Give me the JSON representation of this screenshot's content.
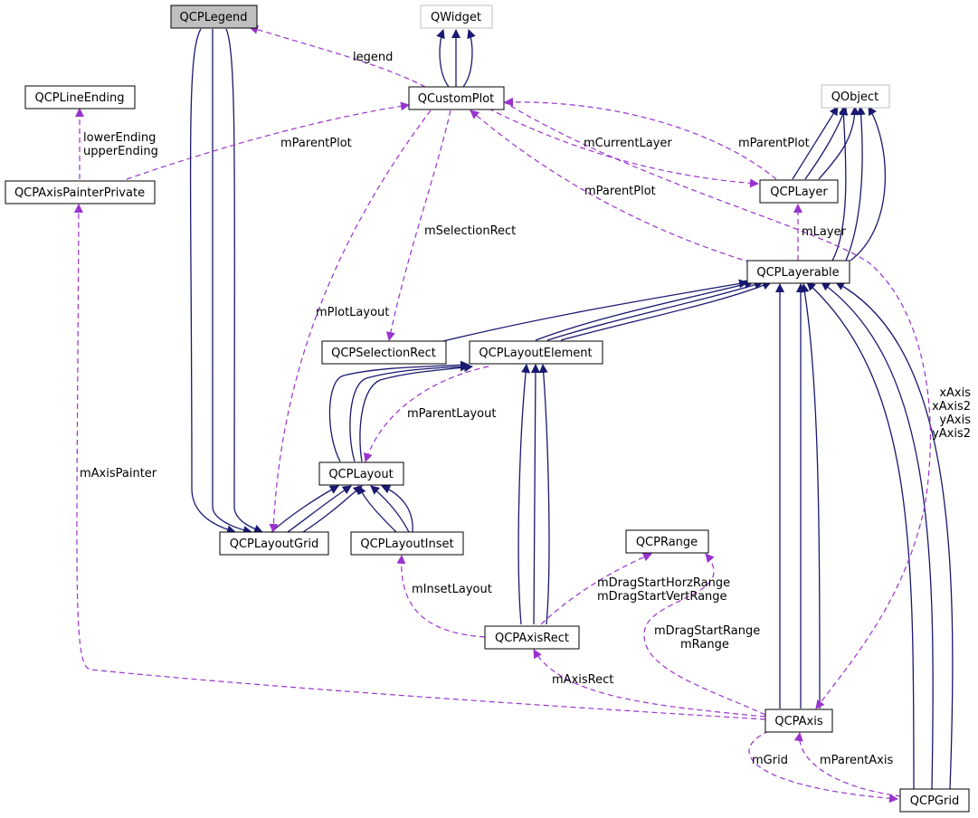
{
  "diagram": {
    "nodes": [
      {
        "id": "qcplegend",
        "label": "QCPLegend",
        "highlighted": true
      },
      {
        "id": "qwidget",
        "label": "QWidget",
        "external": true
      },
      {
        "id": "qcplineending",
        "label": "QCPLineEnding"
      },
      {
        "id": "qcustomplot",
        "label": "QCustomPlot"
      },
      {
        "id": "qobject",
        "label": "QObject",
        "external": true
      },
      {
        "id": "qcpaxispainterprivate",
        "label": "QCPAxisPainterPrivate"
      },
      {
        "id": "qcplayer",
        "label": "QCPLayer"
      },
      {
        "id": "qcplayerable",
        "label": "QCPLayerable"
      },
      {
        "id": "qcpselectionrect",
        "label": "QCPSelectionRect"
      },
      {
        "id": "qcplayoutelement",
        "label": "QCPLayoutElement"
      },
      {
        "id": "qcplayout",
        "label": "QCPLayout"
      },
      {
        "id": "qcplayoutgrid",
        "label": "QCPLayoutGrid"
      },
      {
        "id": "qcplayoutinset",
        "label": "QCPLayoutInset"
      },
      {
        "id": "qcprange",
        "label": "QCPRange"
      },
      {
        "id": "qcpaxisrect",
        "label": "QCPAxisRect"
      },
      {
        "id": "qcpaxis",
        "label": "QCPAxis"
      },
      {
        "id": "qcpgrid",
        "label": "QCPGrid"
      }
    ],
    "edge_labels": {
      "legend": "legend",
      "lower_upper_ending": [
        "lowerEnding",
        "upperEnding"
      ],
      "mparentplot_axispainter": "mParentPlot",
      "mcurrentlayer": "mCurrentLayer",
      "mparentplot_layer": "mParentPlot",
      "mparentplot_layerable": "mParentPlot",
      "mselectionrect": "mSelectionRect",
      "mlayer": "mLayer",
      "mplotlayout": "mPlotLayout",
      "mparentlayout": "mParentLayout",
      "axes": [
        "xAxis",
        "xAxis2",
        "yAxis",
        "yAxis2"
      ],
      "maxispainter": "mAxisPainter",
      "minsetlayout": "mInsetLayout",
      "mdragstart_horz_vert": [
        "mDragStartHorzRange",
        "mDragStartVertRange"
      ],
      "mdragstart_range": [
        "mDragStartRange",
        "mRange"
      ],
      "maxisrect": "mAxisRect",
      "mgrid": "mGrid",
      "mparentaxis": "mParentAxis"
    },
    "colors": {
      "inheritance": "#191970",
      "usage": "#9a32cd",
      "highlight_fill": "#bfbfbf",
      "external_border": "#bfbfbf"
    }
  }
}
